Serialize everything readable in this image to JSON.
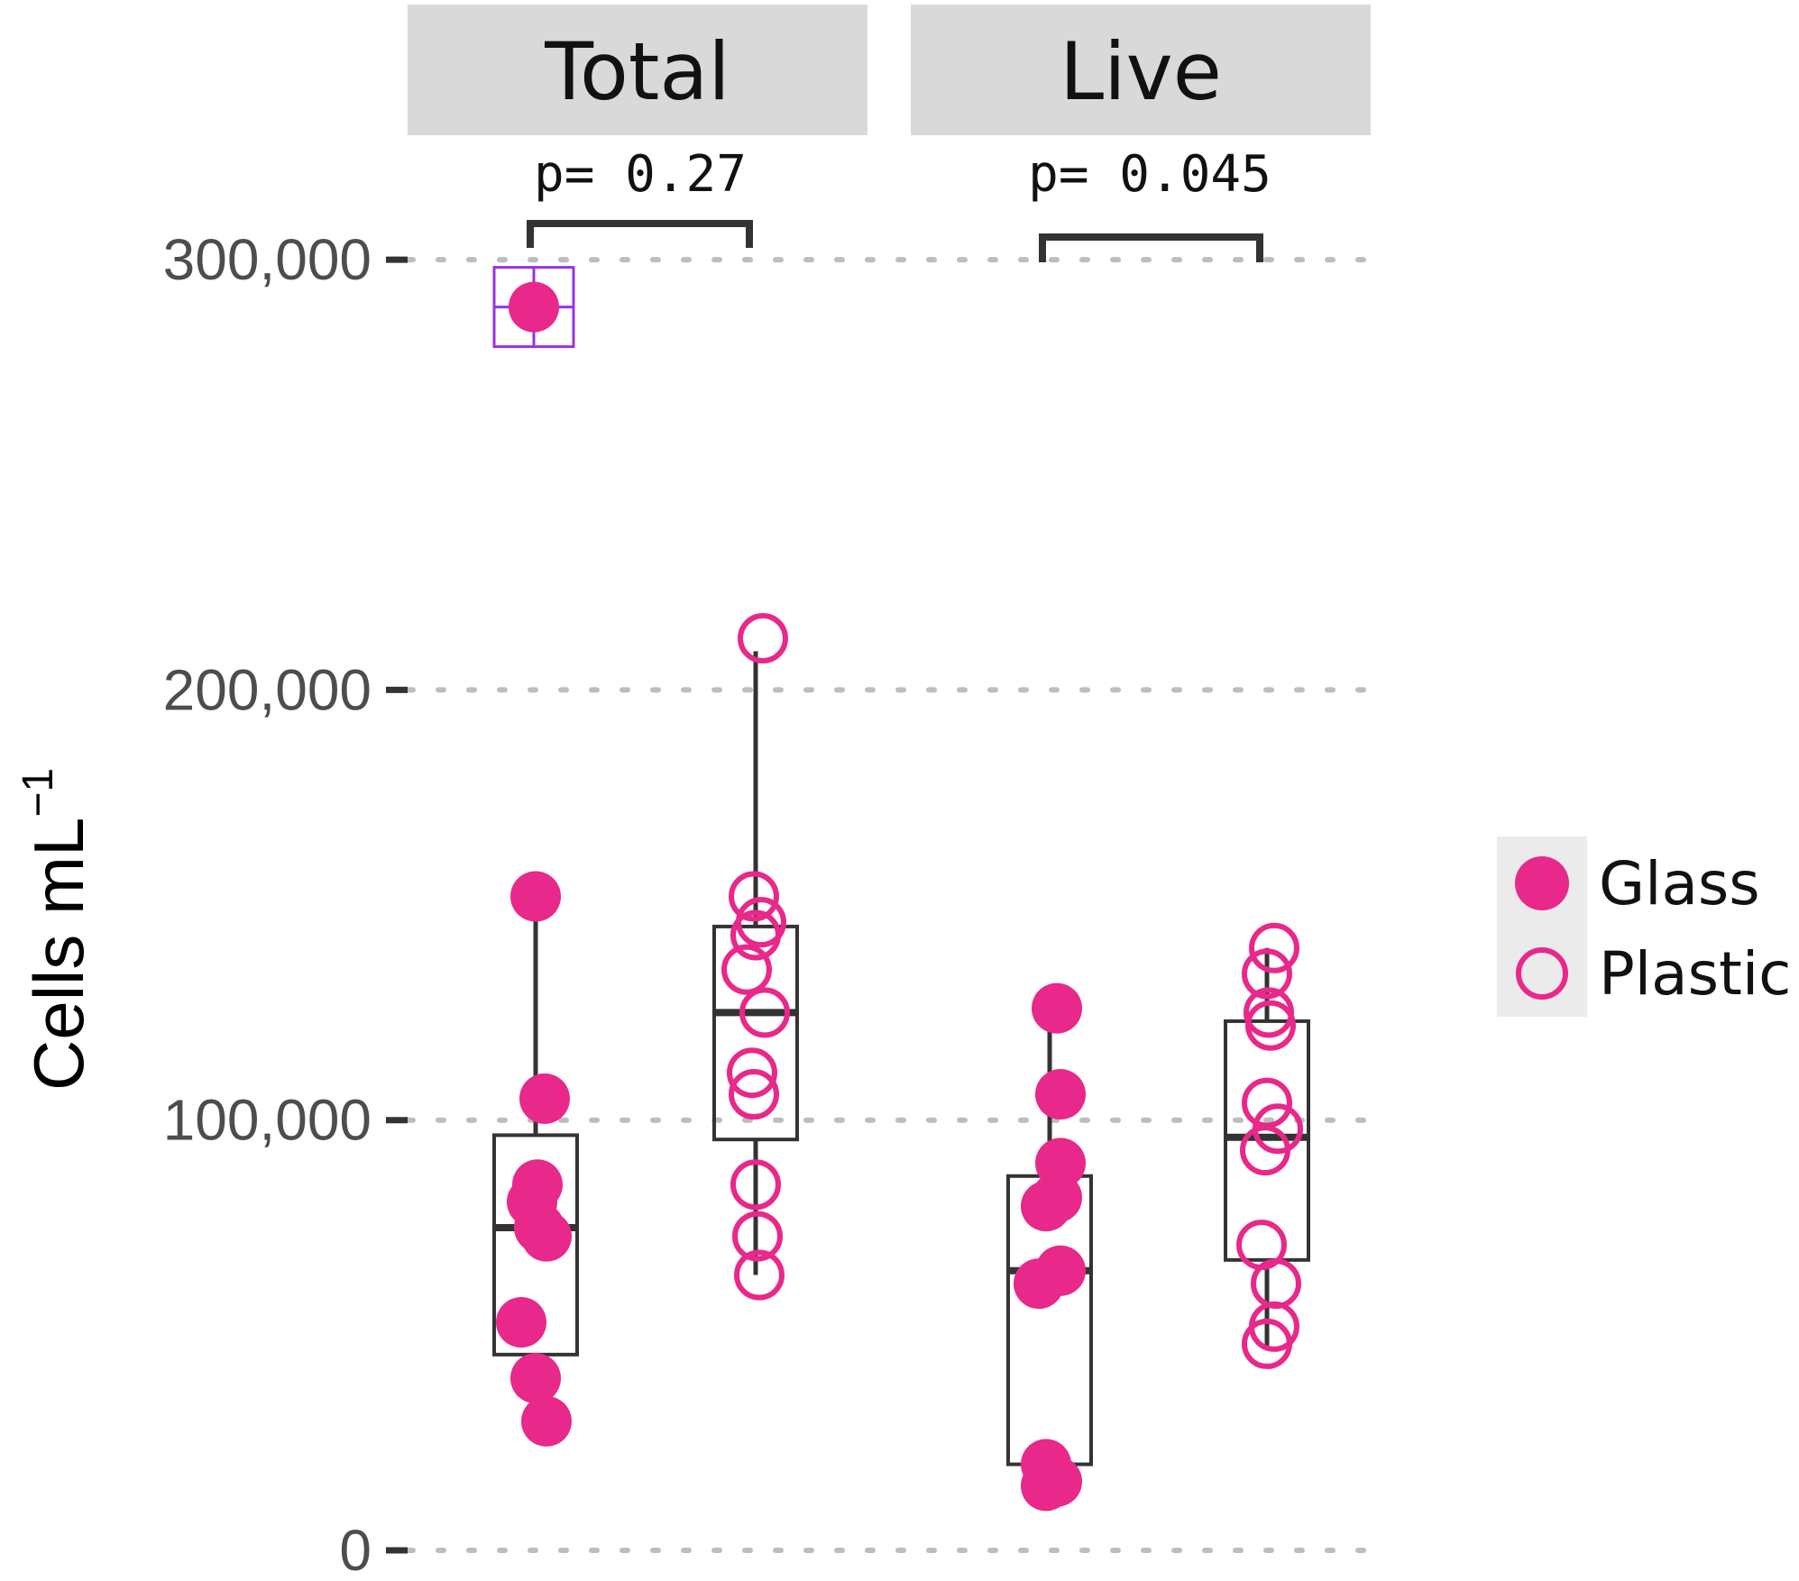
{
  "colors": {
    "point": "#e8288a",
    "box": "#333333",
    "grid": "#bdbdbd",
    "strip": "#d9d9d9",
    "highlight": "#9b30e0",
    "legend_key_bg": "#ebebeb"
  },
  "y_axis": {
    "label_main": "Cells mL",
    "label_sup": "−1"
  },
  "legend": {
    "items": [
      {
        "label": "Glass",
        "shape": "filled-circle"
      },
      {
        "label": "Plastic",
        "shape": "open-circle"
      }
    ]
  },
  "chart_data": {
    "type": "box",
    "ylim": [
      0,
      310000
    ],
    "y_ticks": [
      {
        "value": 0,
        "label": "0"
      },
      {
        "value": 100000,
        "label": "100,000"
      },
      {
        "value": 200000,
        "label": "200,000"
      },
      {
        "value": 300000,
        "label": "300,000"
      }
    ],
    "grid": "dotted-horizontal",
    "legend_position": "right",
    "panels": [
      {
        "title": "Total",
        "p_label": "p= 0.27",
        "groups": [
          {
            "name": "Glass",
            "box": {
              "q1": 45500,
              "median": 75000,
              "q3": 96500,
              "whisker_low": 30000,
              "whisker_high": 152000
            },
            "points": [
              289000,
              152000,
              105000,
              85000,
              81000,
              75000,
              73000,
              53000,
              40000,
              30000
            ],
            "highlighted_outlier": 289000
          },
          {
            "name": "Plastic",
            "box": {
              "q1": 95500,
              "median": 125000,
              "q3": 145000,
              "whisker_low": 64000,
              "whisker_high": 209000
            },
            "points": [
              212000,
              152000,
              146000,
              143000,
              135000,
              125000,
              111000,
              106000,
              85000,
              73000,
              64000
            ]
          }
        ]
      },
      {
        "title": "Live",
        "p_label": "p= 0.045",
        "groups": [
          {
            "name": "Glass",
            "box": {
              "q1": 20000,
              "median": 65000,
              "q3": 87000,
              "whisker_low": 20000,
              "whisker_high": 125000
            },
            "points": [
              126000,
              106000,
              90000,
              82000,
              80000,
              65000,
              62000,
              20000,
              16000,
              15000
            ]
          },
          {
            "name": "Plastic",
            "box": {
              "q1": 67500,
              "median": 96000,
              "q3": 123000,
              "whisker_low": 47000,
              "whisker_high": 140000
            },
            "points": [
              140000,
              134000,
              125000,
              122000,
              104000,
              98000,
              93000,
              71000,
              62000,
              52000,
              48000
            ]
          }
        ]
      }
    ]
  }
}
